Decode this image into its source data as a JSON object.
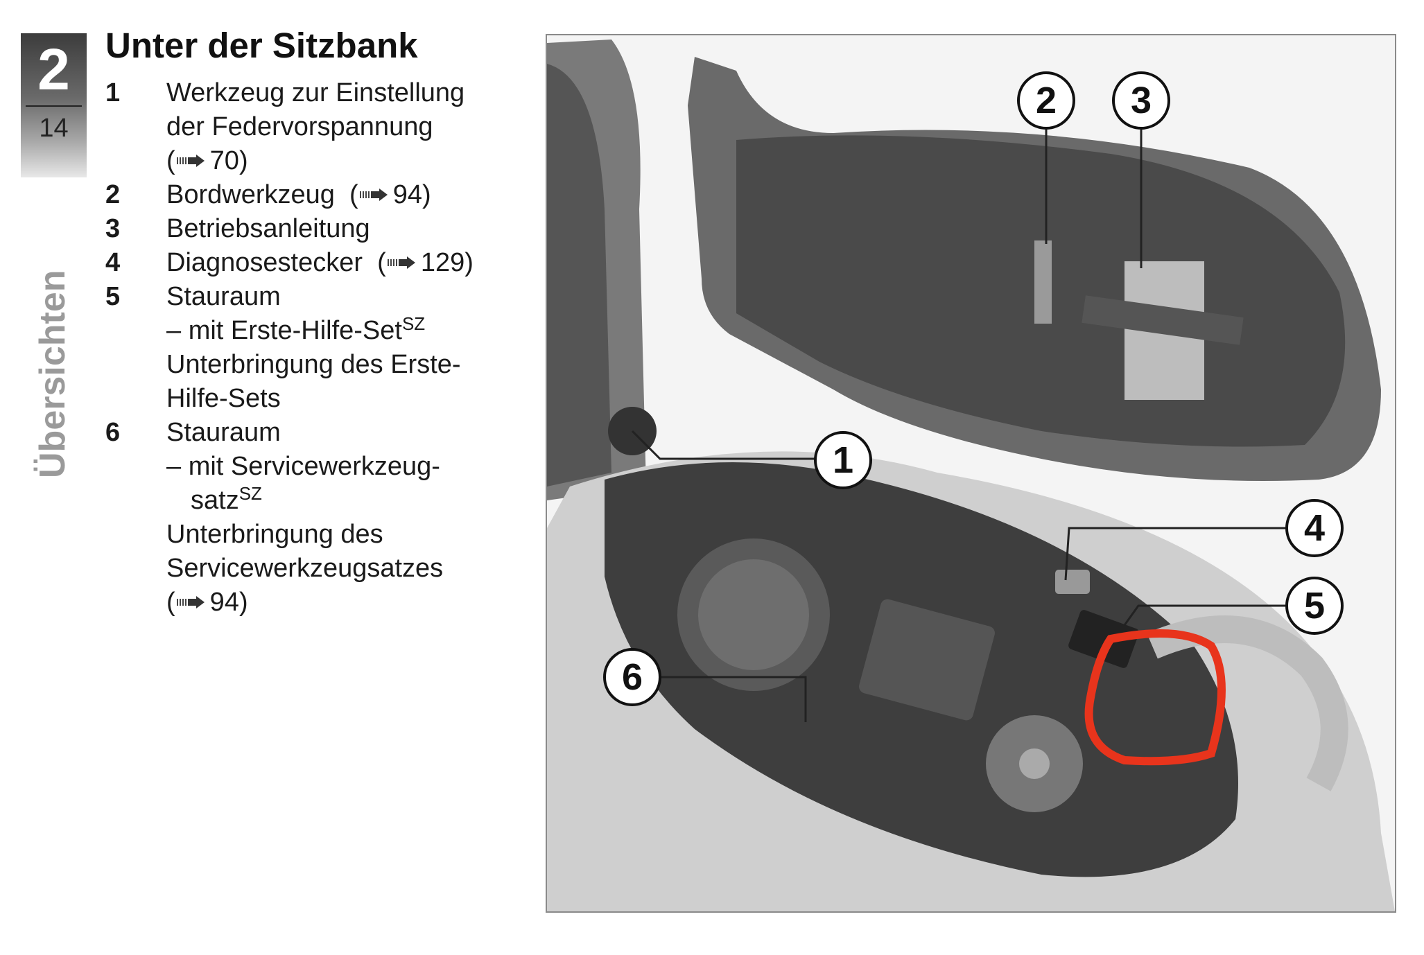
{
  "chapter_tab": {
    "chapter": "2",
    "page": "14"
  },
  "side_label": "Übersichten",
  "title": "Unter der Sitzbank",
  "items": [
    {
      "num": "1",
      "lines": [
        "Werkzeug zur Einstellung",
        "der Federvorspannung"
      ],
      "ref": "70"
    },
    {
      "num": "2",
      "text": "Bordwerkzeug",
      "ref": "94"
    },
    {
      "num": "3",
      "text": "Betriebsanleitung"
    },
    {
      "num": "4",
      "text": "Diagnosestecker",
      "ref": "129"
    },
    {
      "num": "5",
      "text": "Stauraum",
      "sub": "– mit Erste-Hilfe-Set",
      "sub_sup": "SZ",
      "desc": [
        "Unterbringung des Erste-",
        "Hilfe-Sets"
      ]
    },
    {
      "num": "6",
      "text": "Stauraum",
      "sub": "– mit Servicewerkzeug-",
      "sub2": "satz",
      "sub_sup": "SZ",
      "desc": [
        "Unterbringung des",
        "Servicewerkzeugsatzes"
      ],
      "ref": "94"
    }
  ],
  "figure": {
    "callouts": [
      "1",
      "2",
      "3",
      "4",
      "5",
      "6"
    ],
    "highlight_color": "#e8341c"
  }
}
